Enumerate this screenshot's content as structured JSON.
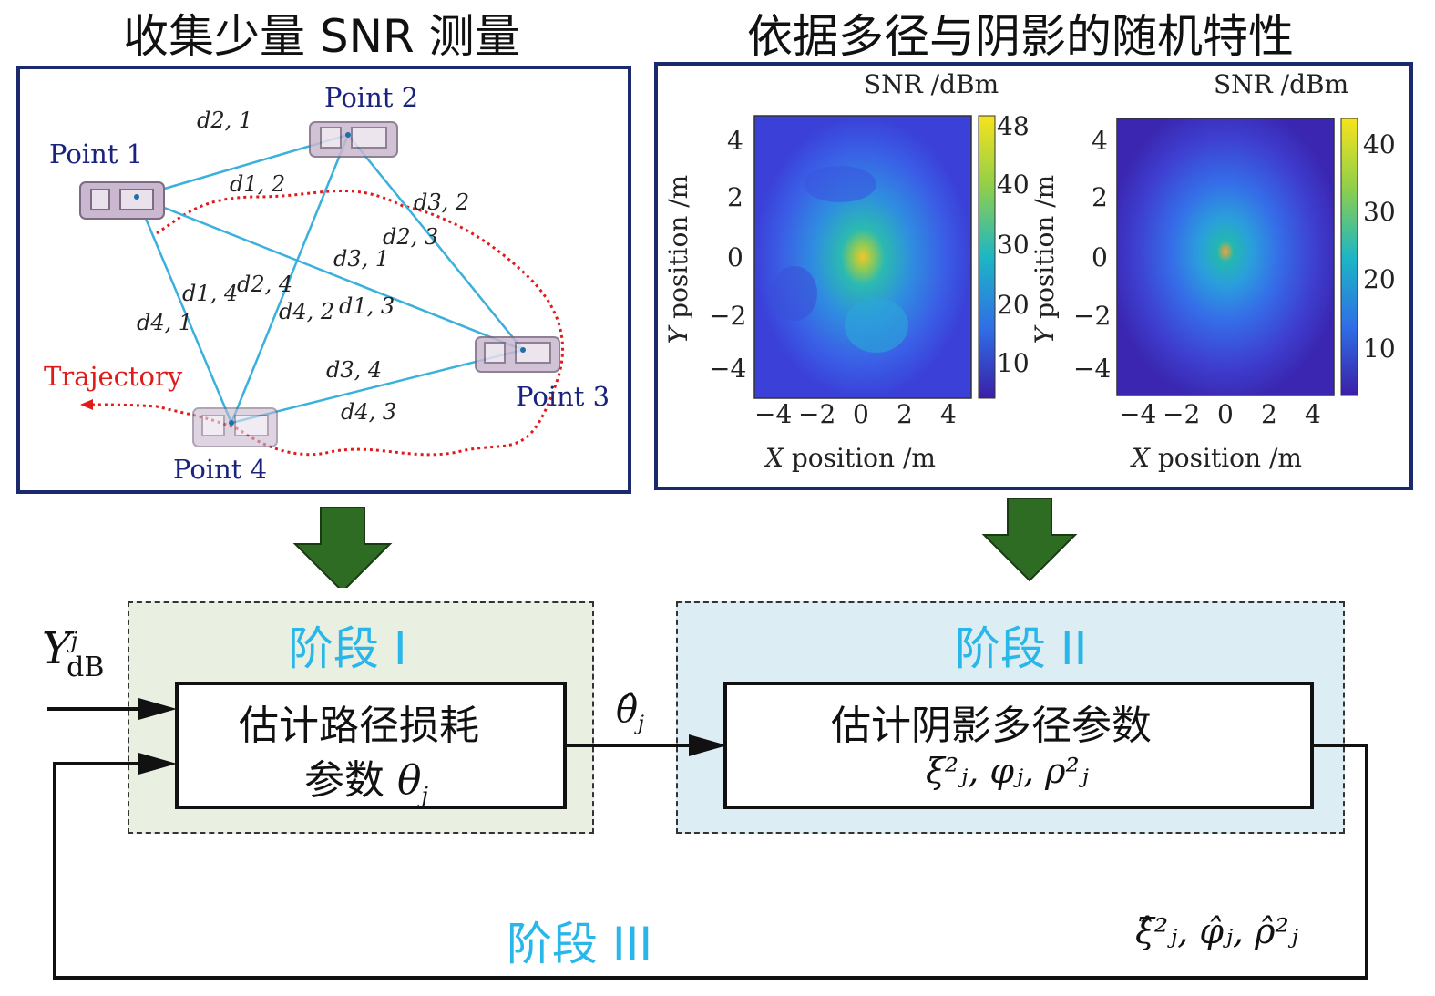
{
  "titles": {
    "left": "收集少量 SNR 测量",
    "right": "依据多径与阴影的随机特性"
  },
  "left_panel": {
    "points": [
      "Point 1",
      "Point 2",
      "Point 3",
      "Point 4"
    ],
    "distances": [
      "d2, 1",
      "d1, 2",
      "d3, 2",
      "d2, 3",
      "d3, 1",
      "d1, 4",
      "d2, 4",
      "d4, 2",
      "d1, 3",
      "d4, 1",
      "d3, 4",
      "d4, 3"
    ],
    "trajectory_label": "Trajectory"
  },
  "heatmaps": [
    {
      "snr_label": "SNR /dBm",
      "xlabel_var": "X",
      "xlabel_rest": " position /m",
      "ylabel_var": "Y",
      "ylabel_rest": " position /m",
      "xticks": [
        "−4",
        "−2",
        "0",
        "2",
        "4"
      ],
      "yticks": [
        "4",
        "2",
        "0",
        "−2",
        "−4"
      ],
      "cbar_ticks": [
        "48",
        "40",
        "30",
        "20",
        "10"
      ]
    },
    {
      "snr_label": "SNR /dBm",
      "xlabel_var": "X",
      "xlabel_rest": " position /m",
      "ylabel_var": "Y",
      "ylabel_rest": " position /m",
      "xticks": [
        "−4",
        "−2",
        "0",
        "2",
        "4"
      ],
      "yticks": [
        "4",
        "2",
        "0",
        "−2",
        "−4"
      ],
      "cbar_ticks": [
        "40",
        "30",
        "20",
        "10"
      ]
    }
  ],
  "stages": {
    "stage1": "阶段 I",
    "stage2": "阶段 II",
    "stage3": "阶段 III"
  },
  "boxes": {
    "box1_line1": "估计路径损耗",
    "box1_line2": "参数",
    "box1_math": "θ",
    "box2_line1": "估计阴影多径参数"
  },
  "math": {
    "input_Y": "Y",
    "input_sup": "j",
    "input_sub": "dB",
    "theta_hat": "θ̂",
    "sub_j": "j",
    "params": "ξ²ⱼ, φⱼ, ρ²ⱼ",
    "params_hat": "ξ̂²ⱼ, φ̂ⱼ, ρ̂²ⱼ"
  },
  "colors": {
    "panel_border": "#1a2a6c",
    "arrow_green": "#2e6b23",
    "stage1_bg": "#e9efe1",
    "stage2_bg": "#dcedf3",
    "stage_label": "#29b6e8",
    "link_line": "#3ab0dc",
    "trajectory": "#e01b1b"
  }
}
